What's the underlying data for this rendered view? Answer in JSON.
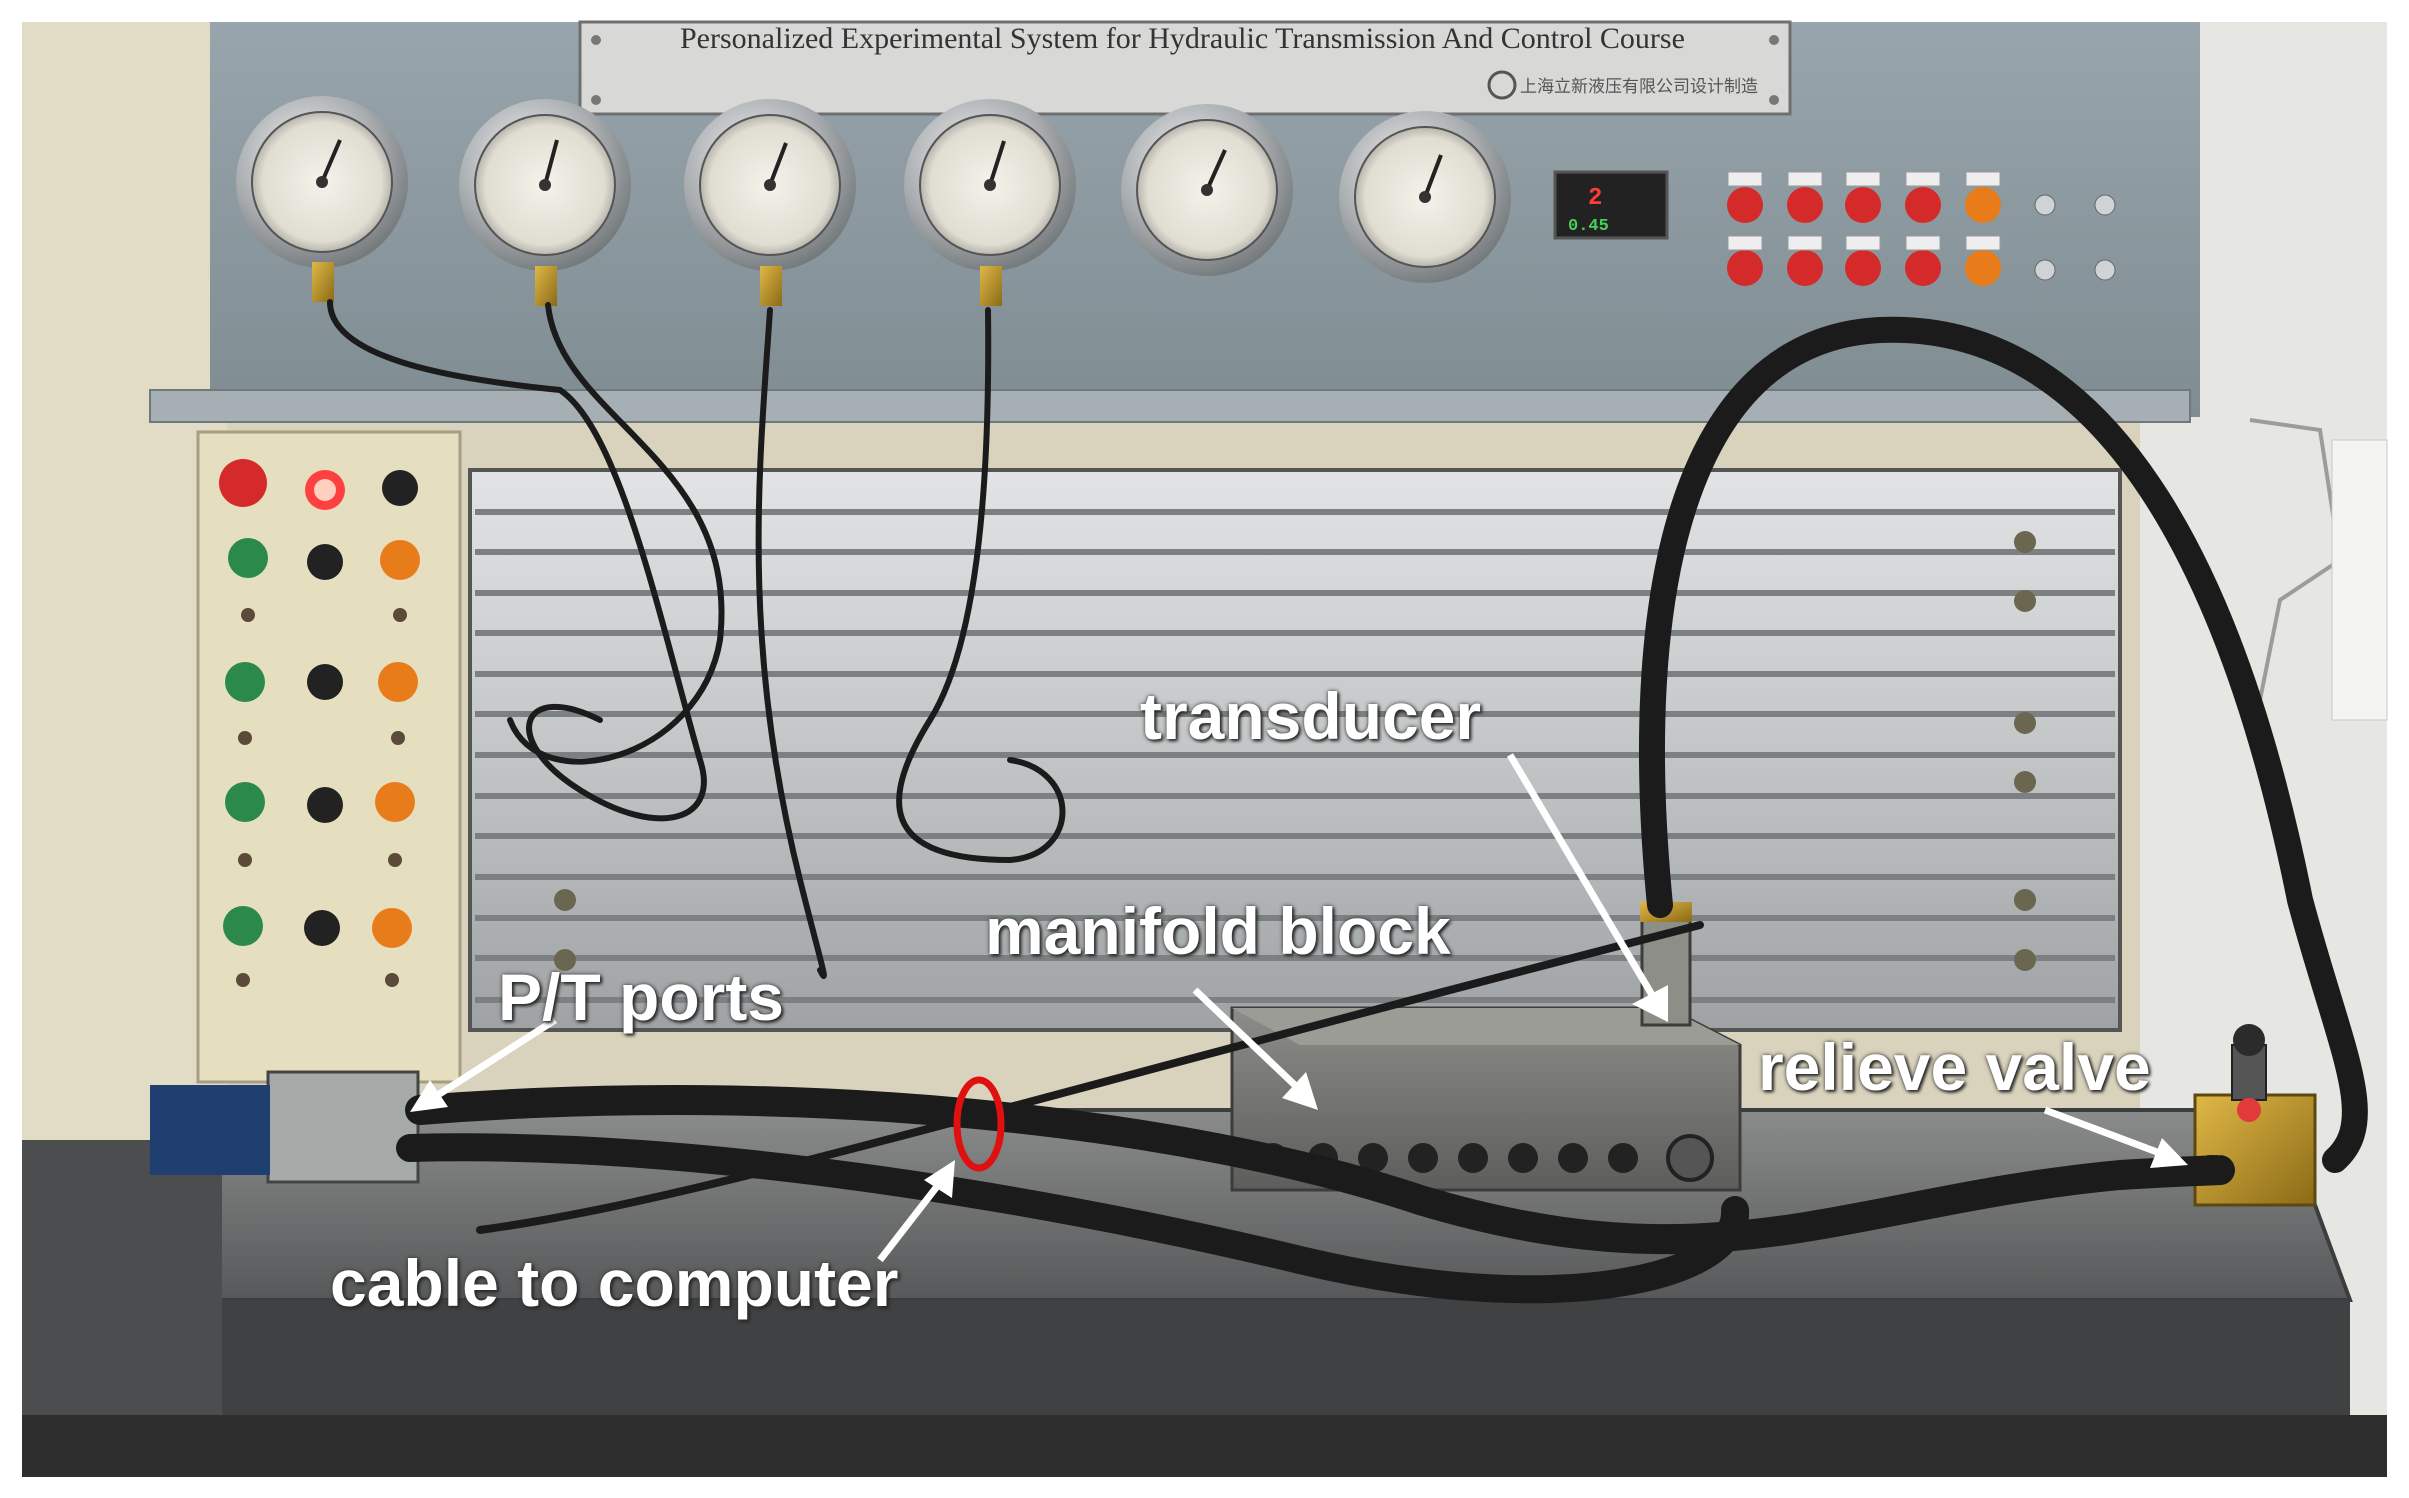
{
  "panel": {
    "plate_title": "Personalized Experimental System for Hydraulic Transmission And Control Course",
    "plate_subtitle": "上海立新液压有限公司设计制造"
  },
  "display": {
    "reading_top": "2",
    "reading_bottom": "0.45"
  },
  "annotations": {
    "transducer": "transducer",
    "manifold_block": "manifold block",
    "pt_ports": "P/T ports",
    "relieve_valve": "relieve valve",
    "cable_to_computer": "cable to computer"
  },
  "colors": {
    "panel": "#8d9aa1",
    "aluminium": "#c9cccd",
    "hose": "#1b1b1b",
    "label_text": "#ffffff",
    "highlight_circle": "#e01010",
    "lamp_red": "#d42a2a",
    "lamp_orange": "#e87b1a",
    "lamp_green": "#2b8a4b"
  }
}
